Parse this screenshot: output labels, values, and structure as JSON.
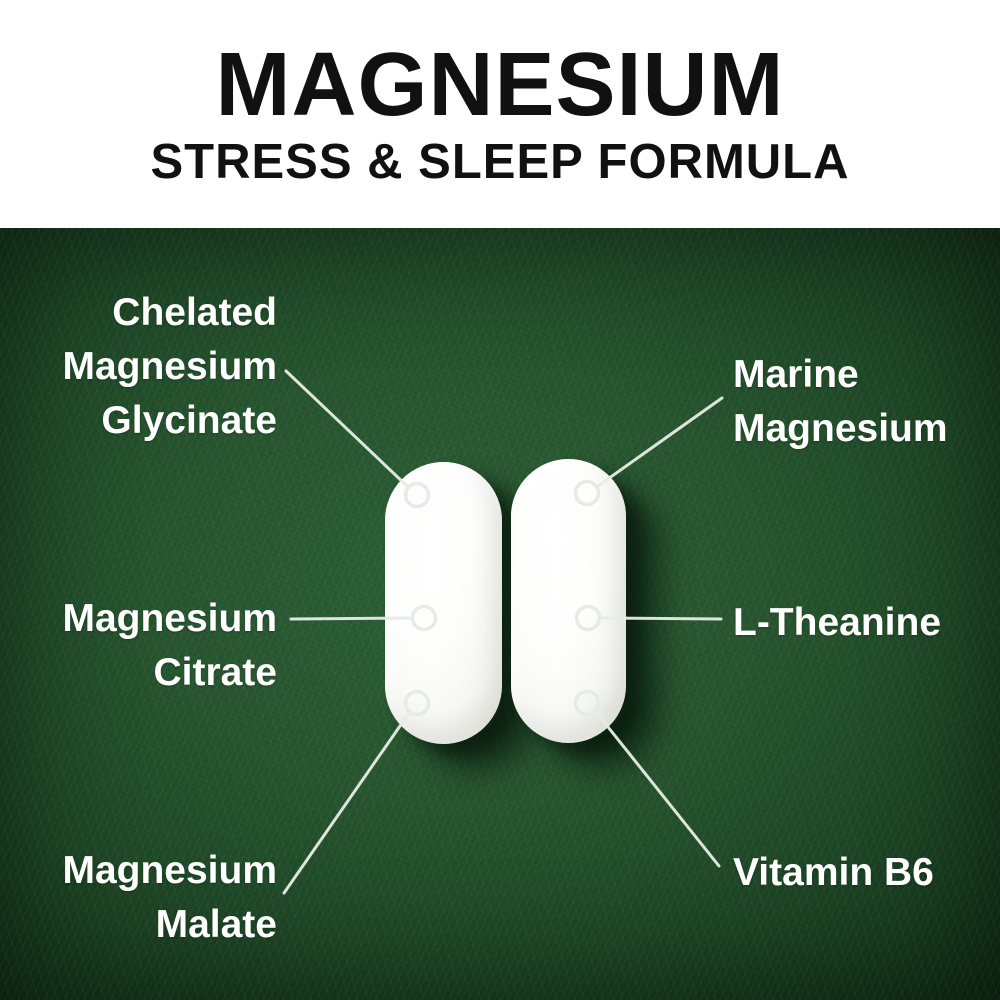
{
  "header": {
    "title": "MAGNESIUM",
    "subtitle": "STRESS & SLEEP FORMULA"
  },
  "colors": {
    "header_background": "#ffffff",
    "header_text": "#111111",
    "felt_green": "#27552f",
    "felt_green_dark": "#122f17",
    "label_text": "#ffffff",
    "callout_line": "#e6ebe5",
    "pill_white": "#f8f8f5"
  },
  "callouts": [
    {
      "name": "chelated-magnesium-glycinate",
      "text": "Chelated\nMagnesium\nGlycinate",
      "side": "left"
    },
    {
      "name": "marine-magnesium",
      "text": "Marine\nMagnesium",
      "side": "right"
    },
    {
      "name": "magnesium-citrate",
      "text": "Magnesium\nCitrate",
      "side": "left"
    },
    {
      "name": "l-theanine",
      "text": "L-Theanine",
      "side": "right"
    },
    {
      "name": "magnesium-malate",
      "text": "Magnesium\nMalate",
      "side": "left"
    },
    {
      "name": "vitamin-b6",
      "text": "Vitamin B6",
      "side": "right"
    }
  ],
  "pills": {
    "count": 2,
    "color": "#f8f8f5"
  }
}
